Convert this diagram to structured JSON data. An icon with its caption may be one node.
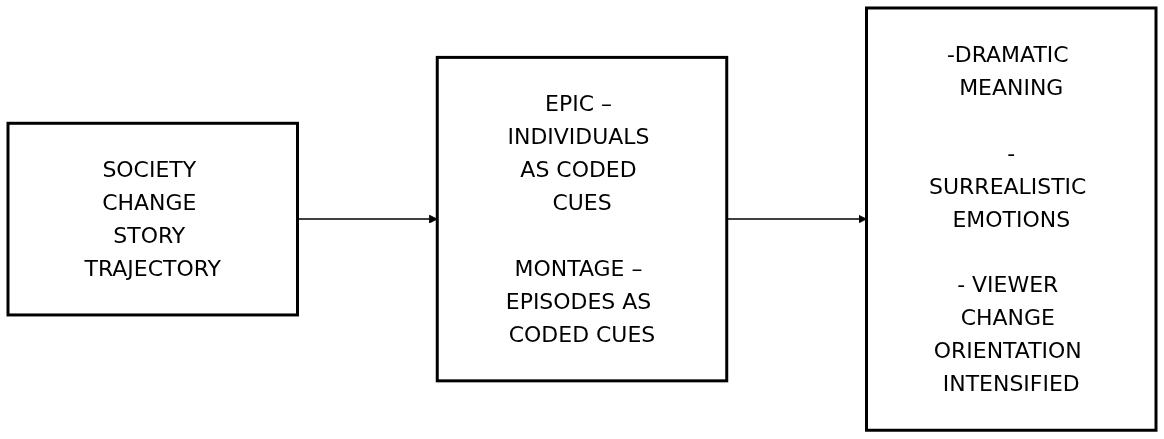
{
  "diagram": {
    "nodes": [
      {
        "text": [
          "SOCIETY CHANGE STORY TRAJECTORY"
        ]
      },
      {
        "text": [
          "EPIC – INDIVIDUALS AS CODED CUES",
          "MONTAGE – EPISODES AS CODED CUES"
        ]
      },
      {
        "text": [
          "-DRAMATIC MEANING",
          "-SURREALISTIC EMOTIONS",
          "- VIEWER CHANGE ORIENTATION INTENSIFIED"
        ]
      }
    ],
    "edges": [
      {
        "from": 0,
        "to": 1,
        "arrow": "to"
      },
      {
        "from": 1,
        "to": 2,
        "arrow": "to"
      }
    ]
  }
}
